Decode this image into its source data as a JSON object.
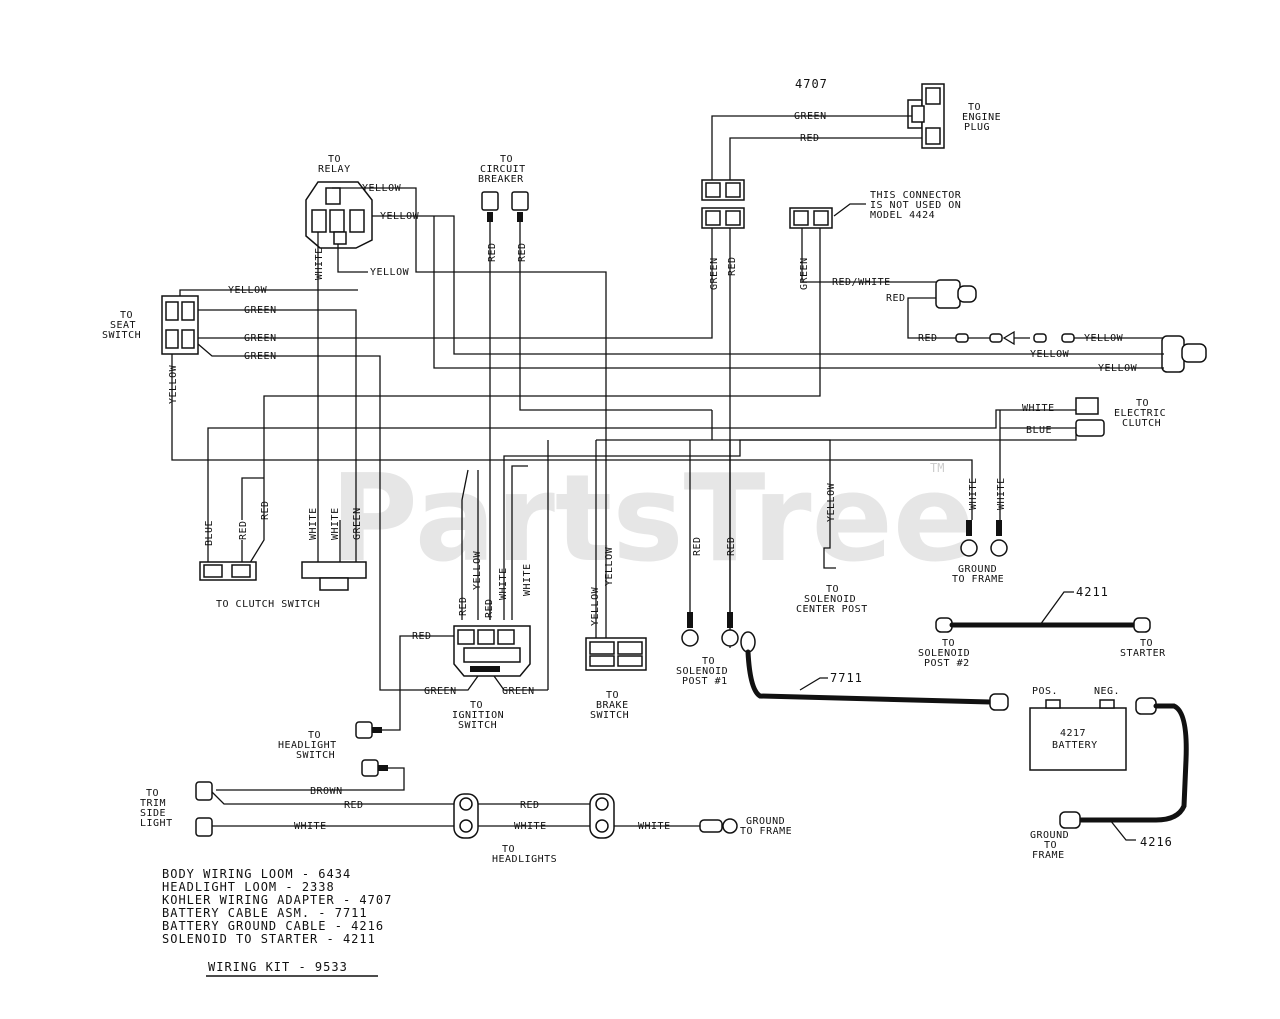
{
  "watermark": {
    "text": "PartsTree",
    "tm": "TM"
  },
  "top_number": "4707",
  "wires": {
    "green": "GREEN",
    "red": "RED",
    "yellow": "YELLOW",
    "white": "WHITE",
    "blue": "BLUE",
    "brown": "BROWN",
    "red_white": "RED/WHITE"
  },
  "destinations": {
    "engine_plug": [
      "TO",
      "ENGINE",
      "PLUG"
    ],
    "relay": [
      "TO",
      "RELAY"
    ],
    "circuit_breaker": [
      "TO",
      "CIRCUIT",
      "BREAKER"
    ],
    "connector_note": [
      "THIS CONNECTOR",
      "IS NOT USED ON",
      "MODEL 4424"
    ],
    "seat_switch": [
      "TO",
      "SEAT",
      "SWITCH"
    ],
    "electric_clutch": [
      "TO",
      "ELECTRIC",
      "CLUTCH"
    ],
    "clutch_switch": "TO CLUTCH SWITCH",
    "ignition_switch": [
      "TO",
      "IGNITION",
      "SWITCH"
    ],
    "brake_switch": [
      "TO",
      "BRAKE",
      "SWITCH"
    ],
    "solenoid_post1": [
      "TO",
      "SOLENOID",
      "POST #1"
    ],
    "solenoid_center": [
      "TO",
      "SOLENOID",
      "CENTER POST"
    ],
    "ground_frame_a": [
      "GROUND",
      "TO FRAME"
    ],
    "solenoid_post2": [
      "TO",
      "SOLENOID",
      "POST #2"
    ],
    "starter": [
      "TO",
      "STARTER"
    ],
    "headlight_switch": [
      "TO",
      "HEADLIGHT",
      "SWITCH"
    ],
    "trim_side_light": [
      "TO",
      "TRIM",
      "SIDE",
      "LIGHT"
    ],
    "headlights": [
      "TO",
      "HEADLIGHTS"
    ],
    "ground_frame_b": [
      "GROUND",
      "TO FRAME"
    ],
    "ground_frame_c": [
      "GROUND",
      "TO",
      "FRAME"
    ]
  },
  "parts": {
    "cable_4211": "4211",
    "cable_7711": "7711",
    "cable_4216": "4216",
    "battery_pos": "POS.",
    "battery_neg": "NEG.",
    "battery_num": "4217",
    "battery_label": "BATTERY"
  },
  "legend": [
    "BODY WIRING LOOM - 6434",
    "HEADLIGHT LOOM - 2338",
    "KOHLER WIRING ADAPTER - 4707",
    "BATTERY CABLE ASM. - 7711",
    "BATTERY GROUND CABLE - 4216",
    "SOLENOID TO STARTER - 4211"
  ],
  "kit_title": "WIRING KIT - 9533"
}
